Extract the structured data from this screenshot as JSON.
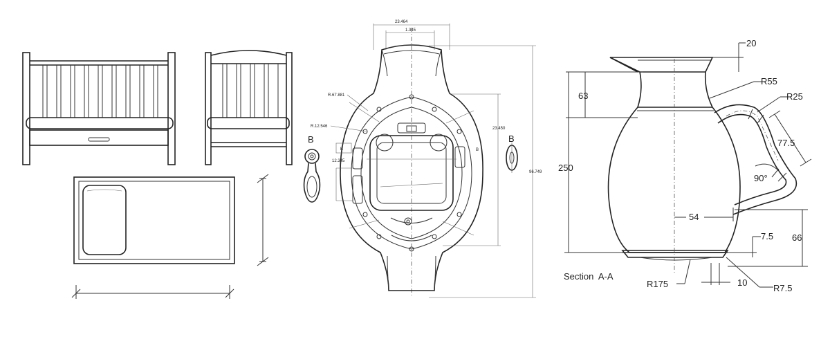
{
  "crib_drawing": {},
  "watch_drawing": {
    "top_dims": [
      "23.464",
      "1.345"
    ],
    "right_dims": [
      "23.450",
      "96.749"
    ],
    "left_callouts": [
      "R.67.881",
      "R.12.546",
      "12.345"
    ],
    "section_letters": [
      "B",
      "B"
    ],
    "small_marks": [
      "B",
      "B"
    ]
  },
  "pitcher_drawing": {
    "dims": {
      "top": "20",
      "neck": "63",
      "overall_height": "250",
      "handle": "77.5",
      "center": "54",
      "base_step": "7.5",
      "lower": "66",
      "bottom": "10"
    },
    "radii": [
      "R55",
      "R25",
      "R175",
      "R7.5"
    ],
    "angle": "90°",
    "section_label": "Section  A-A"
  }
}
